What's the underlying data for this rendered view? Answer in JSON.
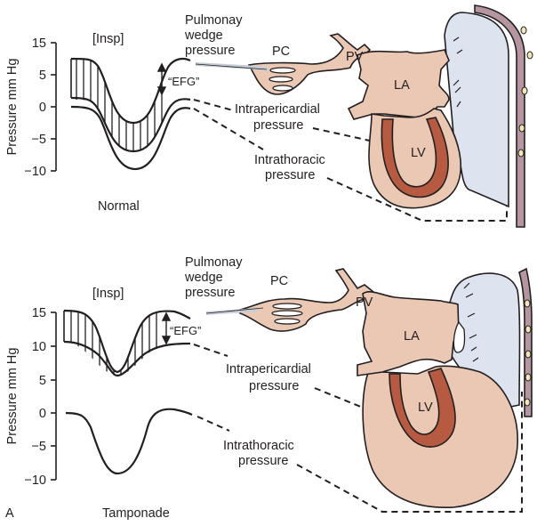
{
  "colors": {
    "tissue": "#ebc8b4",
    "myocardium": "#b65a42",
    "pericardial_space": "#dde3ef",
    "chest_wall": "#b495a0",
    "rib": "#f0e6b8",
    "ink": "#231f20",
    "catheter": "#c5cdd8"
  },
  "panels": [
    {
      "id": "normal",
      "caption": "Normal",
      "insp_label": "[Insp]",
      "efg_label": "“EFG”",
      "yaxis": {
        "label": "Pressure mm Hg",
        "ticks": [
          "15",
          "5",
          "0",
          "−5",
          "−10"
        ]
      },
      "curves": {
        "wedge_top": "starts ~8, dips to ~-2 during inspiration, returns ~8",
        "intrapericardial": "starts ~1, dips to ~-8, returns ~1",
        "intrathoracic": "starts ~0, dips to ~-10, returns ~0"
      },
      "labels": {
        "wedge": [
          "Pulmonay",
          "wedge",
          "pressure"
        ],
        "pc": "PC",
        "pv": "PV",
        "la": "LA",
        "lv": "LV",
        "intrapericardial": [
          "Intrapericardial",
          "pressure"
        ],
        "intrathoracic": [
          "Intrathoracic",
          "pressure"
        ]
      }
    },
    {
      "id": "tamponade",
      "caption": "Tamponade",
      "insp_label": "[Insp]",
      "efg_label": "“EFG”",
      "yaxis": {
        "label": "Pressure mm Hg",
        "ticks": [
          "15",
          "10",
          "5",
          "0",
          "−5",
          "−10"
        ]
      },
      "curves": {
        "wedge_top": "starts ~15.5, dips to ~6 during inspiration, returns ~15.5",
        "intrapericardial": "starts ~10, dips to ~5.5, returns ~10",
        "intrathoracic": "starts ~0, dips to ~-9, returns ~0.5"
      },
      "labels": {
        "wedge": [
          "Pulmonay",
          "wedge",
          "pressure"
        ],
        "pc": "PC",
        "pv": "PV",
        "la": "LA",
        "lv": "LV",
        "intrapericardial": [
          "Intrapericardial",
          "pressure"
        ],
        "intrathoracic": [
          "Intrathoracic",
          "pressure"
        ]
      }
    }
  ],
  "figure_letter": "A"
}
